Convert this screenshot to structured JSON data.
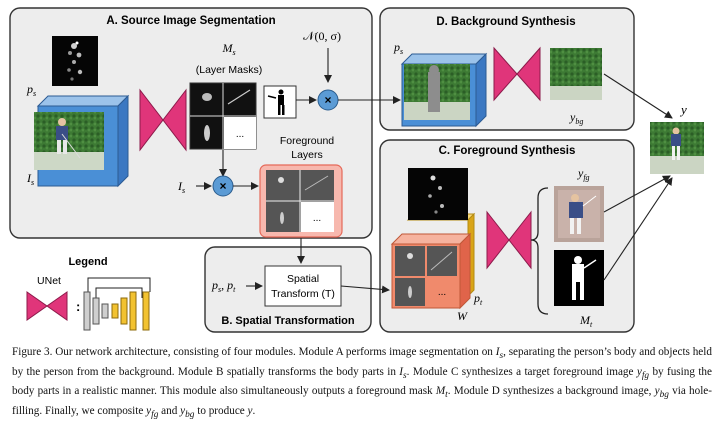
{
  "modules": {
    "a": "A. Source Image Segmentation",
    "b": "B. Spatial Transformation",
    "c": "C. Foreground Synthesis",
    "d": "D. Background Synthesis"
  },
  "labels": {
    "ps": "p",
    "ps_sub": "s",
    "Is": "I",
    "Is_sub": "s",
    "Ms": "M",
    "Ms_sub": "s",
    "layer_masks": "(Layer Masks)",
    "noise": "𝒩(0, σ)",
    "fg_layers_1": "Foreground",
    "fg_layers_2": "Layers",
    "ellipsis": "...",
    "ps_pt": "p",
    "spatial_1": "Spatial",
    "spatial_2": "Transform (T)",
    "W": "W",
    "pt": "p",
    "pt_sub": "t",
    "yfg": "y",
    "yfg_sub": "fg",
    "Mt": "M",
    "Mt_sub": "t",
    "ybg": "y",
    "ybg_sub": "bg",
    "y": "y",
    "times": "×",
    "legend_title": "Legend",
    "legend_unet": "UNet",
    "legend_colon": ":"
  },
  "caption": {
    "t01": "Figure 3. Our network architecture, consisting of four modules. Module A performs image segmentation on ",
    "t02": "I",
    "t03": "s",
    "t04": ", separating the person’s body and objects held by the person from the background. Module B spatially transforms the body parts in ",
    "t05": "I",
    "t06": "s",
    "t07": ". Module C synthesizes a target foreground image ",
    "t08": "y",
    "t09": "fg",
    "t10": " by fusing the body parts in a realistic manner. This module also simultaneously outputs a foreground mask ",
    "t11": "M",
    "t12": "t",
    "t13": ". Module D synthesizes a background image, ",
    "t14": "y",
    "t15": "bg",
    "t16": " via hole-filling. Finally, we composite ",
    "t17": "y",
    "t18": "fg",
    "t19": " and ",
    "t20": "y",
    "t21": "bg",
    "t22": " to produce ",
    "t23": "y",
    "t24": "."
  },
  "colors": {
    "panel_bg": "#ededed",
    "unet_pink": "#e0357a",
    "blue_face": "#4a8fd6",
    "yellow_face": "#f2c230",
    "salmon_face": "#f08a6c",
    "op_circle": "#5b9bd5",
    "fg_layers_bg": "#f7b8ae"
  }
}
